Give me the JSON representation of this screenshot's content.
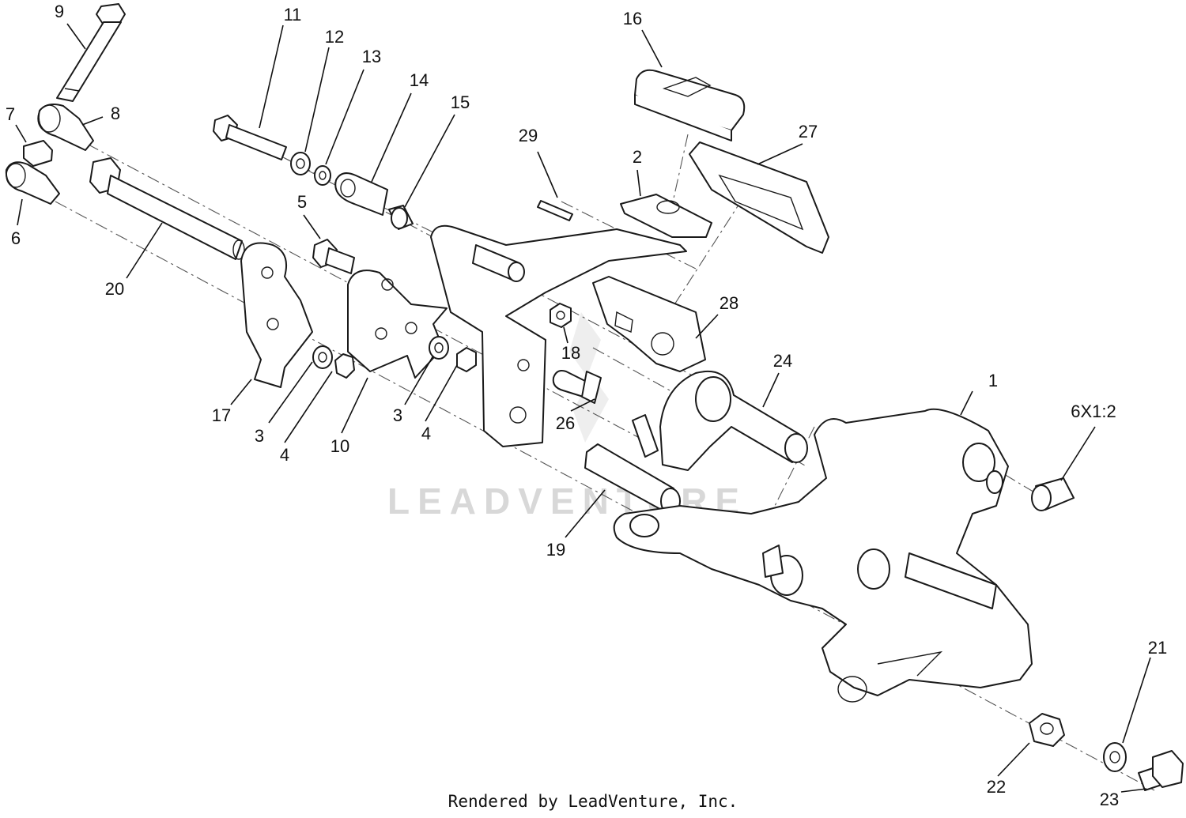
{
  "watermark": "LEADVENTURE",
  "footer": "Rendered by LeadVenture, Inc.",
  "callouts": [
    {
      "id": "c1",
      "label": "1"
    },
    {
      "id": "c2",
      "label": "2"
    },
    {
      "id": "c3a",
      "label": "3"
    },
    {
      "id": "c3b",
      "label": "3"
    },
    {
      "id": "c4a",
      "label": "4"
    },
    {
      "id": "c4b",
      "label": "4"
    },
    {
      "id": "c5",
      "label": "5"
    },
    {
      "id": "c6",
      "label": "6"
    },
    {
      "id": "c7",
      "label": "7"
    },
    {
      "id": "c8",
      "label": "8"
    },
    {
      "id": "c9",
      "label": "9"
    },
    {
      "id": "c10",
      "label": "10"
    },
    {
      "id": "c11",
      "label": "11"
    },
    {
      "id": "c12",
      "label": "12"
    },
    {
      "id": "c13",
      "label": "13"
    },
    {
      "id": "c14",
      "label": "14"
    },
    {
      "id": "c15",
      "label": "15"
    },
    {
      "id": "c16",
      "label": "16"
    },
    {
      "id": "c17",
      "label": "17"
    },
    {
      "id": "c18",
      "label": "18"
    },
    {
      "id": "c19",
      "label": "19"
    },
    {
      "id": "c20",
      "label": "20"
    },
    {
      "id": "c21",
      "label": "21"
    },
    {
      "id": "c22",
      "label": "22"
    },
    {
      "id": "c23",
      "label": "23"
    },
    {
      "id": "c24",
      "label": "24"
    },
    {
      "id": "c26",
      "label": "26"
    },
    {
      "id": "c27",
      "label": "27"
    },
    {
      "id": "c28",
      "label": "28"
    },
    {
      "id": "c29",
      "label": "29"
    },
    {
      "id": "c6x",
      "label": "6X1:2"
    }
  ]
}
